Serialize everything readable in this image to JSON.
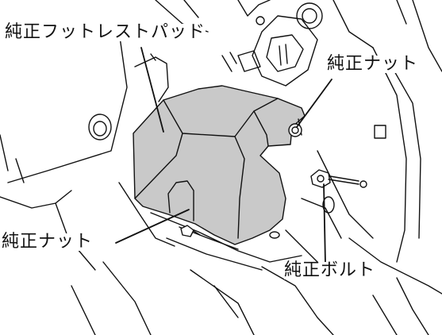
{
  "labels": {
    "footrest_pad": "純正フットレストパッド",
    "nut_right": "純正ナット",
    "nut_left": "純正ナット",
    "bolt": "純正ボルト"
  },
  "colors": {
    "line": "#111111",
    "pad_fill": "#c9c9c9",
    "background": "#ffffff"
  }
}
